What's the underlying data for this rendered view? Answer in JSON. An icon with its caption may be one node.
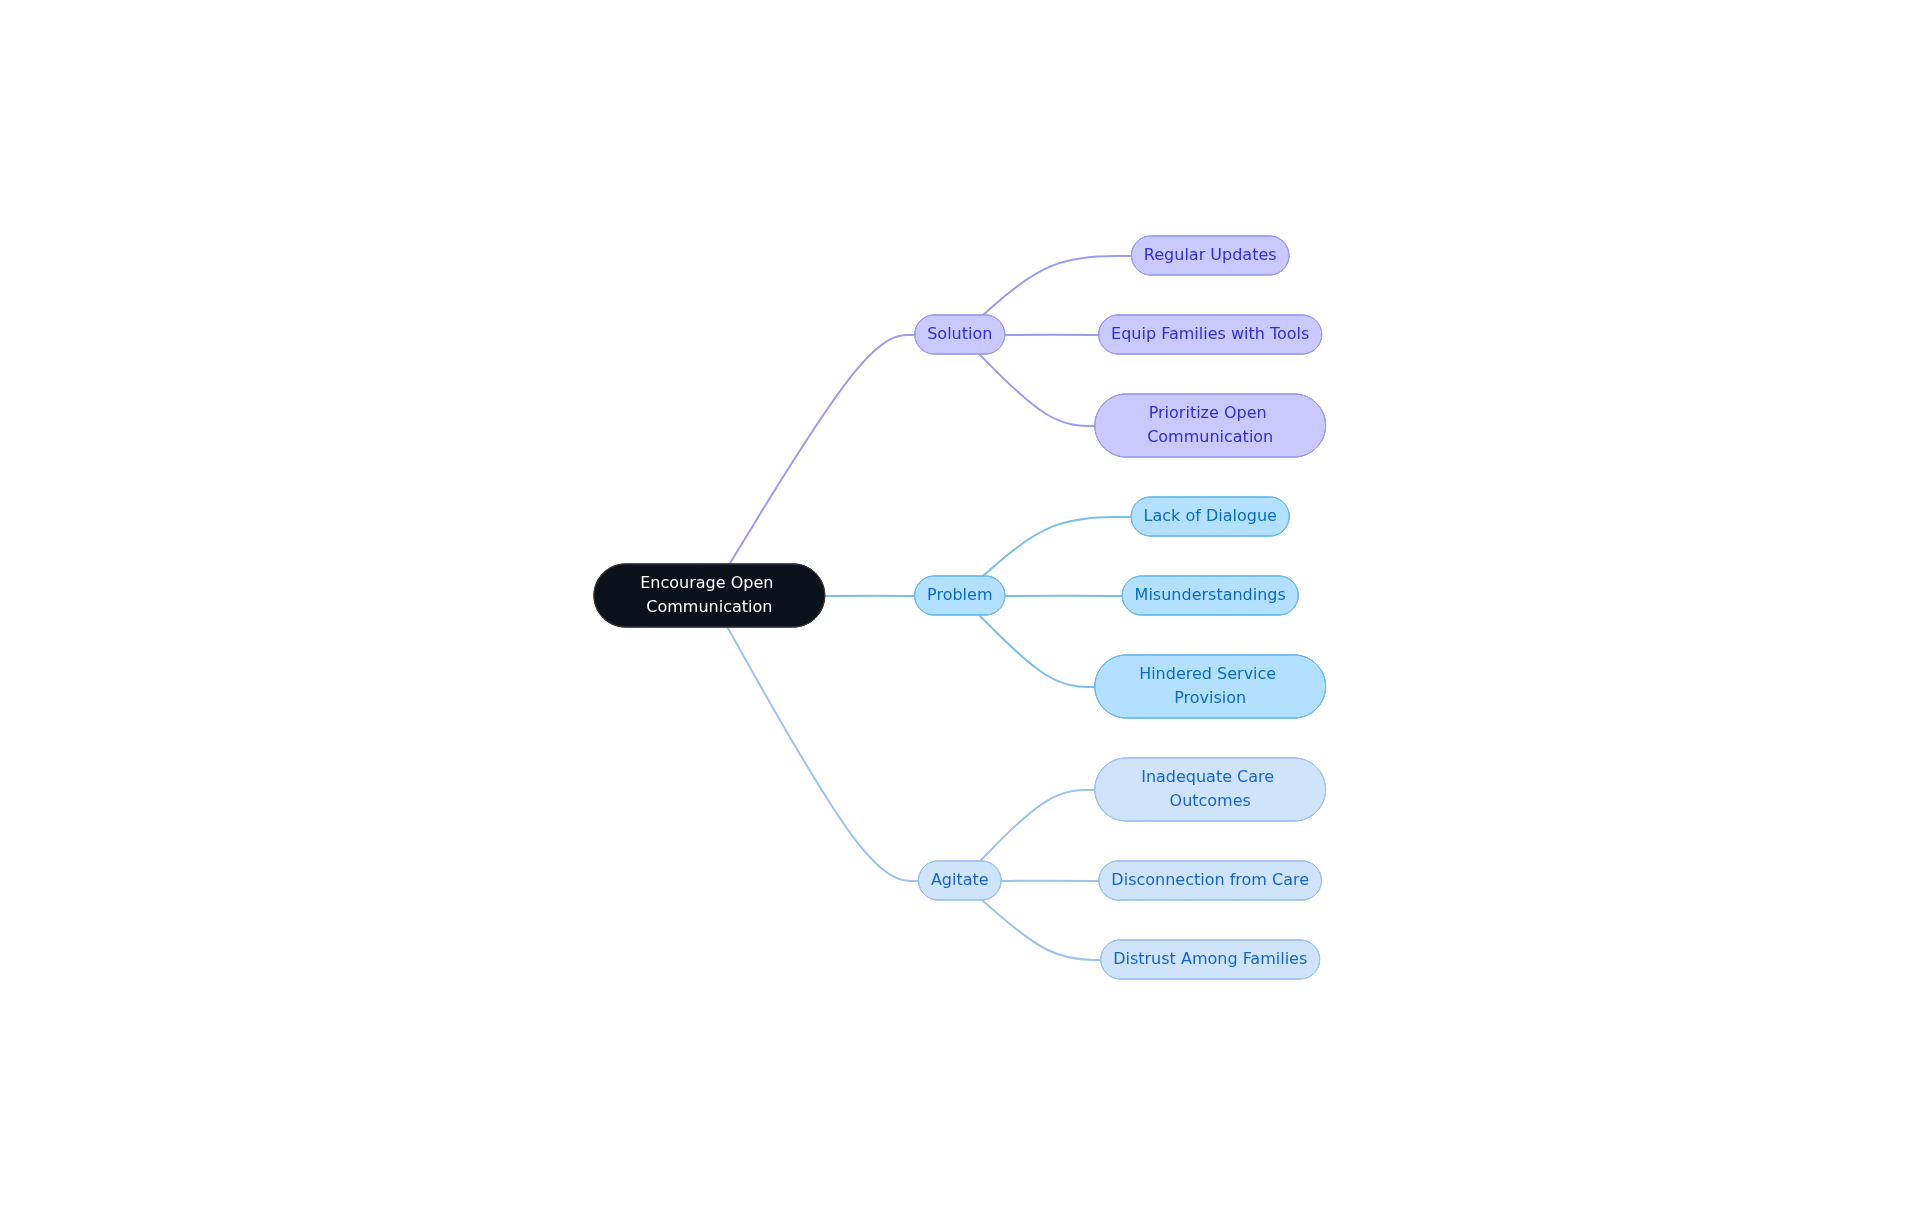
{
  "diagram": {
    "nodes": [
      {
        "text": [
          "Encourage Open Communication"
        ]
      },
      {
        "text": [
          "Solution"
        ]
      },
      {
        "text": [
          "Regular Updates"
        ]
      },
      {
        "text": [
          "Equip Families with Tools"
        ]
      },
      {
        "text": [
          "Prioritize Open Communication"
        ]
      },
      {
        "text": [
          "Problem"
        ]
      },
      {
        "text": [
          "Lack of Dialogue"
        ]
      },
      {
        "text": [
          "Misunderstandings"
        ]
      },
      {
        "text": [
          "Hindered Service Provision"
        ]
      },
      {
        "text": [
          "Agitate"
        ]
      },
      {
        "text": [
          "Inadequate Care Outcomes"
        ]
      },
      {
        "text": [
          "Disconnection from Care"
        ]
      },
      {
        "text": [
          "Distrust Among Families"
        ]
      }
    ],
    "edges": [
      {
        "from": 0,
        "to": 1,
        "arrow": "none",
        "color": "#9b9bef"
      },
      {
        "from": 1,
        "to": 2,
        "arrow": "none",
        "color": "#9b9bef"
      },
      {
        "from": 1,
        "to": 3,
        "arrow": "none",
        "color": "#9b9bef"
      },
      {
        "from": 1,
        "to": 4,
        "arrow": "none",
        "color": "#9b9bef"
      },
      {
        "from": 0,
        "to": 5,
        "arrow": "none",
        "color": "#7dbdec"
      },
      {
        "from": 5,
        "to": 6,
        "arrow": "none",
        "color": "#7dbdec"
      },
      {
        "from": 5,
        "to": 7,
        "arrow": "none",
        "color": "#7dbdec"
      },
      {
        "from": 5,
        "to": 8,
        "arrow": "none",
        "color": "#7dbdec"
      },
      {
        "from": 0,
        "to": 9,
        "arrow": "none",
        "color": "#9cc2ef"
      },
      {
        "from": 9,
        "to": 10,
        "arrow": "none",
        "color": "#9cc2ef"
      },
      {
        "from": 9,
        "to": 11,
        "arrow": "none",
        "color": "#9cc2ef"
      },
      {
        "from": 9,
        "to": 12,
        "arrow": "none",
        "color": "#9cc2ef"
      }
    ]
  }
}
